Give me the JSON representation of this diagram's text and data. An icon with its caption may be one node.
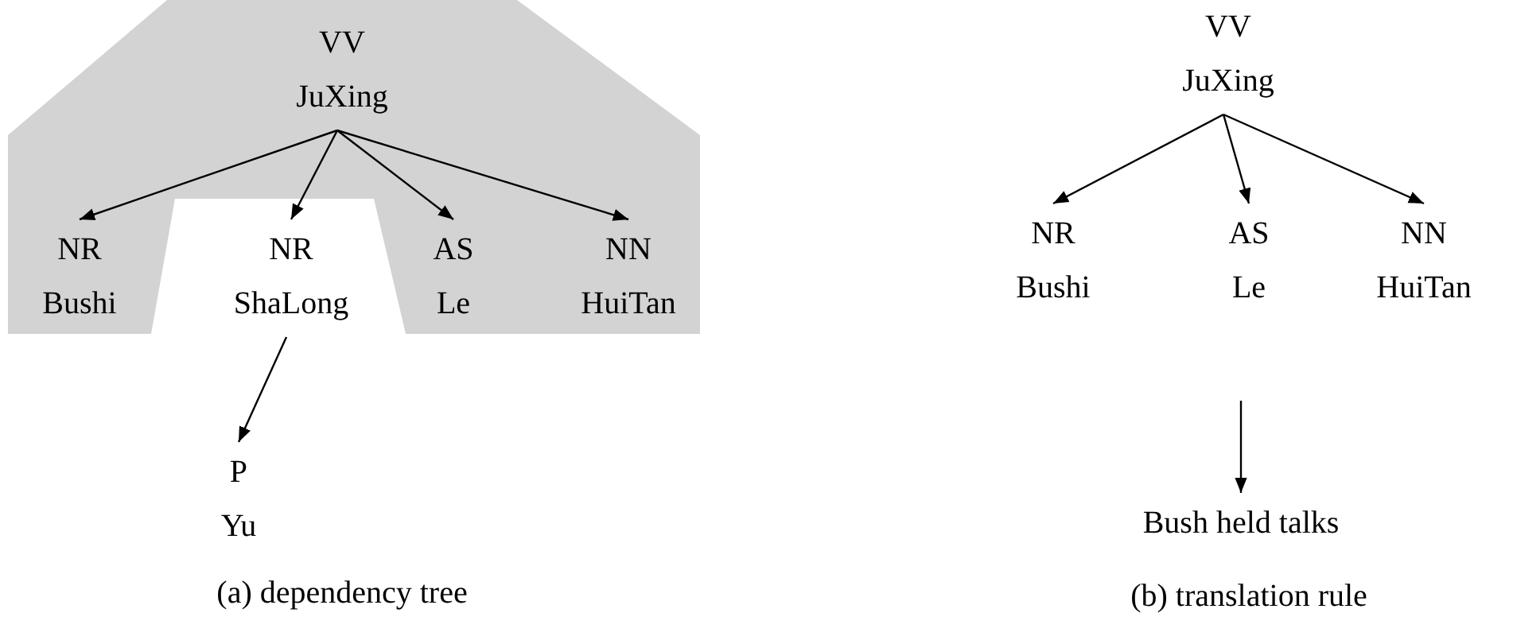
{
  "diagram": {
    "nodes": [
      {
        "text": [
          "VV",
          "JuXing"
        ]
      },
      {
        "text": [
          "NR",
          "Bushi"
        ]
      },
      {
        "text": [
          "NR",
          "ShaLong"
        ]
      },
      {
        "text": [
          "AS",
          "Le"
        ]
      },
      {
        "text": [
          "NN",
          "HuiTan"
        ]
      },
      {
        "text": [
          "P",
          "Yu"
        ]
      },
      {
        "text": [
          "VV",
          "JuXing"
        ]
      },
      {
        "text": [
          "NR",
          "Bushi"
        ]
      },
      {
        "text": [
          "AS",
          "Le"
        ]
      },
      {
        "text": [
          "NN",
          "HuiTan"
        ]
      },
      {
        "text": [
          "Bush held talks"
        ]
      }
    ],
    "edges": [
      {
        "from": 0,
        "to": 1,
        "arrow": "to"
      },
      {
        "from": 0,
        "to": 2,
        "arrow": "to"
      },
      {
        "from": 0,
        "to": 3,
        "arrow": "to"
      },
      {
        "from": 0,
        "to": 4,
        "arrow": "to"
      },
      {
        "from": 2,
        "to": 5,
        "arrow": "to"
      },
      {
        "from": 6,
        "to": 7,
        "arrow": "to"
      },
      {
        "from": 6,
        "to": 8,
        "arrow": "to"
      },
      {
        "from": 6,
        "to": 9,
        "arrow": "to"
      },
      {
        "from": null,
        "to": 10,
        "arrow": "to"
      }
    ],
    "labels": [
      "(a) dependency tree",
      "(b) translation rule"
    ]
  }
}
